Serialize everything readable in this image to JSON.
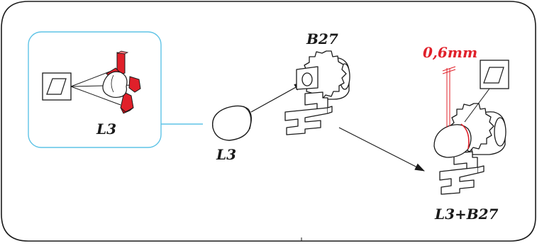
{
  "labels": {
    "detail_part": "L3",
    "part_l3": "L3",
    "part_b27": "B27",
    "assembly": "L3+B27",
    "gap": "0,6mm"
  },
  "icons": {
    "detail_glue": "glue-surface-icon",
    "assembly_glue": "glue-surface-icon"
  },
  "colors": {
    "outline": "#1a1a1a",
    "detail_frame": "#5ec3e6",
    "highlight": "#e0202a"
  }
}
